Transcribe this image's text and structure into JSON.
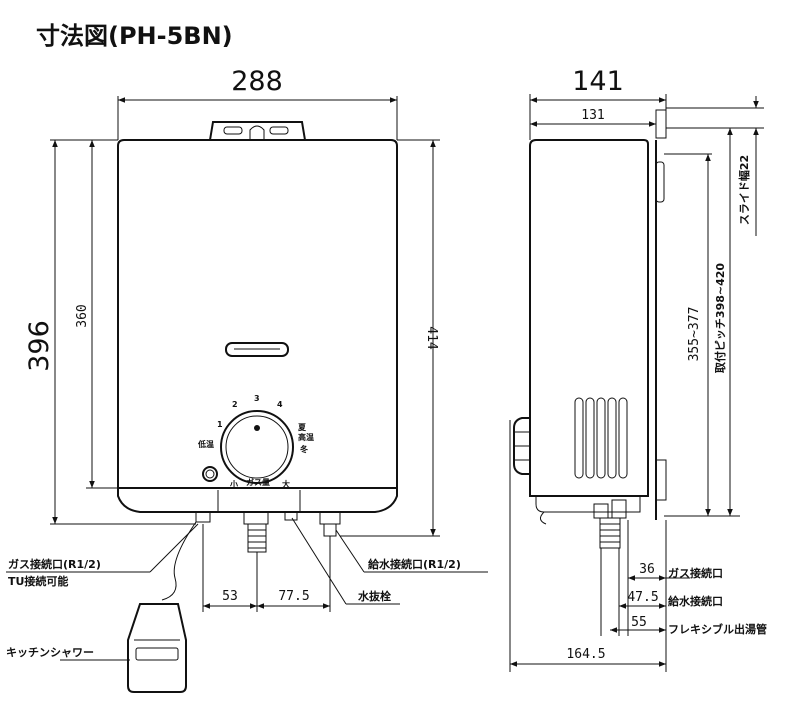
{
  "title": "寸法図(PH-5BN)",
  "front_view": {
    "width": "288",
    "height": "396",
    "inner_height": "360",
    "total_height": "414",
    "dial_numbers": [
      "1",
      "2",
      "3",
      "4"
    ],
    "dial_left_label": "低温",
    "dial_right_label_top": "高温",
    "dial_right_label_season": "夏",
    "dial_right_label_season2": "冬",
    "gas_volume_small": "小",
    "gas_volume_label": "ガス量",
    "gas_volume_large": "大",
    "offset_gas": "53",
    "offset_water": "77.5"
  },
  "side_view": {
    "depth": "141",
    "body_depth": "131",
    "slide_width": "スライド幅22",
    "pitch_range": "355~377",
    "mount_pitch": "取付ピッチ398~420",
    "gas_offset": "36",
    "water_offset": "47.5",
    "flex_offset": "55",
    "total_depth": "164.5"
  },
  "labels": {
    "gas_inlet": "ガス接続口(R1/2)",
    "tu_connect": "TU接続可能",
    "water_inlet": "給水接続口(R1/2)",
    "drain_plug": "水抜栓",
    "kitchen_shower": "キッチンシャワー",
    "gas_conn_short": "ガス接続口",
    "water_conn_short": "給水接続口",
    "flex_outlet": "フレキシブル出湯管"
  }
}
